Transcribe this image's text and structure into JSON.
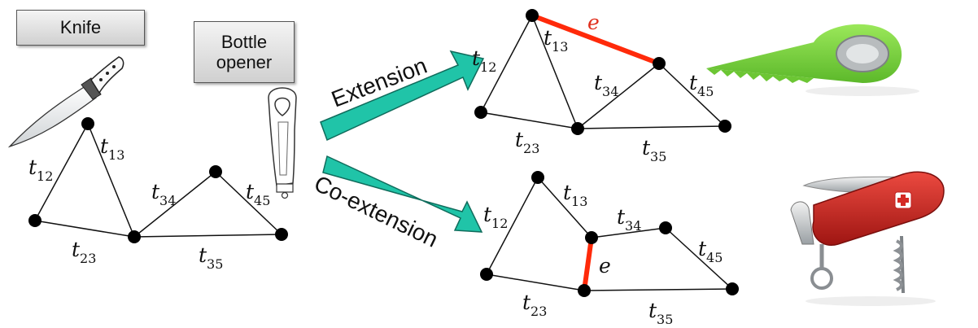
{
  "boxes": {
    "knife": "Knife",
    "opener_line1": "Bottle",
    "opener_line2": "opener"
  },
  "arrows": {
    "extension": "Extension",
    "coextension": "Co-extension"
  },
  "graph_labels": {
    "t": "t",
    "s12": "12",
    "s13": "13",
    "s23": "23",
    "s34": "34",
    "s35": "35",
    "s45": "45",
    "edge": "e"
  },
  "colors": {
    "highlight_edge": "#ff2a0a",
    "arrow_fill": "#20c4a8",
    "serrated_knife": "#7fd63a",
    "swiss_knife": "#d42a24"
  }
}
